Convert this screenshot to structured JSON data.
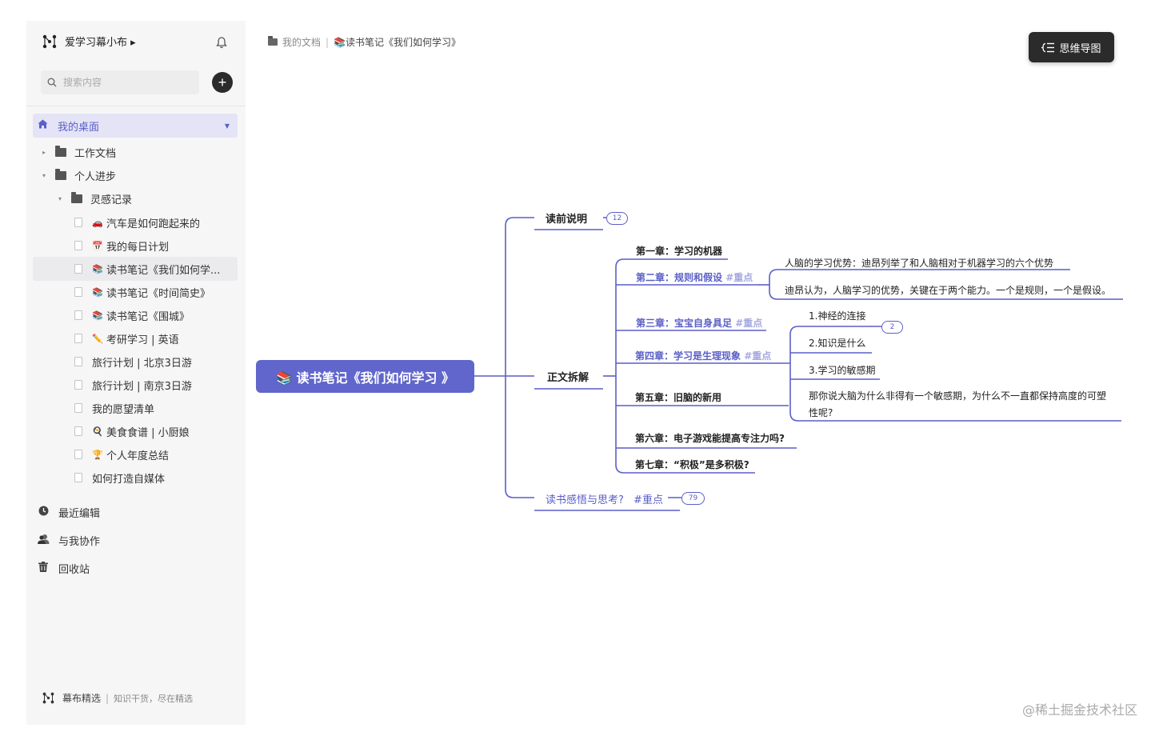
{
  "sidebar": {
    "user_name": "爱学习幕小布 ▸",
    "search_placeholder": "搜索内容",
    "home_label": "我的桌面",
    "tree": [
      {
        "label": "工作文档",
        "type": "folder",
        "level": 0,
        "caret": "▸"
      },
      {
        "label": "个人进步",
        "type": "folder",
        "level": 0,
        "caret": "▾"
      },
      {
        "label": "灵感记录",
        "type": "folder",
        "level": 1,
        "caret": "▾"
      },
      {
        "label": "汽车是如何跑起来的",
        "type": "doc",
        "emoji": "🚗"
      },
      {
        "label": "我的每日计划",
        "type": "doc",
        "emoji": "📅"
      },
      {
        "label": "读书笔记《我们如何学...",
        "type": "doc",
        "emoji": "📚"
      },
      {
        "label": "读书笔记《时间简史》",
        "type": "doc",
        "emoji": "📚"
      },
      {
        "label": "读书笔记《围城》",
        "type": "doc",
        "emoji": "📚"
      },
      {
        "label": "考研学习 | 英语",
        "type": "doc",
        "emoji": "✏️"
      },
      {
        "label": "旅行计划 | 北京3日游",
        "type": "doc",
        "emoji": ""
      },
      {
        "label": "旅行计划 | 南京3日游",
        "type": "doc",
        "emoji": ""
      },
      {
        "label": "我的愿望清单",
        "type": "doc",
        "emoji": ""
      },
      {
        "label": "美食食谱 | 小厨娘",
        "type": "doc",
        "emoji": "🍳"
      },
      {
        "label": "个人年度总结",
        "type": "doc",
        "emoji": "🏆"
      },
      {
        "label": "如何打造自媒体",
        "type": "doc",
        "emoji": ""
      }
    ],
    "recent_label": "最近编辑",
    "collab_label": "与我协作",
    "trash_label": "回收站",
    "footer_brand": "幕布精选",
    "footer_slogan": "知识干货，尽在精选"
  },
  "breadcrumb": {
    "root": "我的文档",
    "current": "📚读书笔记《我们如何学习》"
  },
  "toolbar": {
    "mindmap_label": "思维导图"
  },
  "mindmap": {
    "root": "📚 读书笔记《我们如何学习 》",
    "preface": "读前说明",
    "preface_count": "12",
    "body": "正文拆解",
    "ch1": "第一章：学习的机器",
    "ch2": "第二章：规则和假设",
    "ch2_tag": "#重点",
    "ch2_note1": "人脑的学习优势：迪昂列举了和人脑相对于机器学习的六个优势",
    "ch2_note2": "迪昂认为，人脑学习的优势，关键在于两个能力。一个是规则，一个是假设。",
    "ch3": "第三章：宝宝自身具足",
    "ch3_tag": "#重点",
    "ch4": "第四章：学习是生理现象",
    "ch4_tag": "#重点",
    "ch4_sub1": "1.神经的连接",
    "ch4_sub1_count": "2",
    "ch4_sub2": "2.知识是什么",
    "ch4_sub3": "3.学习的敏感期",
    "ch4_sub4_line1": "那你说大脑为什么非得有一个敏感期，为什么不一直都保持高度的可塑",
    "ch4_sub4_line2": "性呢?",
    "ch5": "第五章：旧脑的新用",
    "ch6": "第六章：电子游戏能提高专注力吗?",
    "ch7": "第七章：“积极”是多积极?",
    "reflection": "读书感悟与思考?",
    "reflection_tag": "#重点",
    "reflection_count": "79"
  },
  "watermark": "@稀土掘金技术社区",
  "colors": {
    "accent": "#5b5fc7",
    "root_node": "#6166cc",
    "dark_button": "#2b2b2b",
    "sidebar_bg": "#f6f6f7",
    "tag": "#a5a8e0"
  }
}
